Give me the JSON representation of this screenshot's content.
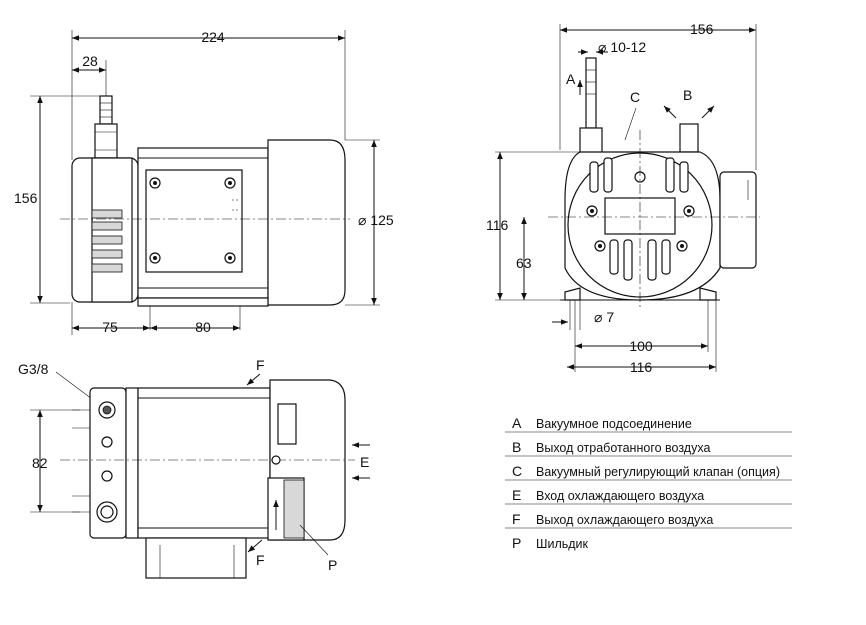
{
  "dimensions": {
    "overall_length": "224",
    "port_offset": "28",
    "height": "156",
    "cover_diameter": "⌀ 125",
    "front_offset": "75",
    "foot_spacing": "80",
    "width": "156",
    "hose_diameter": "⌀ 10-12",
    "height_116": "116",
    "shaft_height": "63",
    "mount_hole": "⌀ 7",
    "foot_inner": "100",
    "foot_outer": "116",
    "thread": "G3/8",
    "port_spacing": "82"
  },
  "callouts": {
    "A": "A",
    "B": "B",
    "C": "C",
    "E": "E",
    "F_top": "F",
    "F_bottom": "F",
    "P": "P"
  },
  "legend": [
    {
      "key": "A",
      "text": "Вакуумное подсоединение"
    },
    {
      "key": "B",
      "text": "Выход отработанного воздуха"
    },
    {
      "key": "C",
      "text": "Вакуумный регулирующий клапан (опция)"
    },
    {
      "key": "E",
      "text": "Вход охлаждающего воздуха"
    },
    {
      "key": "F",
      "text": "Выход охлаждающего воздуха"
    },
    {
      "key": "P",
      "text": "Шильдик"
    }
  ]
}
